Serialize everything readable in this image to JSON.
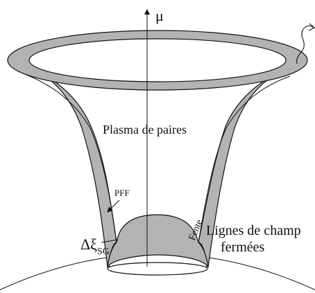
{
  "labels": {
    "axis": "μ",
    "pair_plasma": "Plasma de paires",
    "pff": "PFF",
    "gap_width_main": "Δξ",
    "gap_width_sub": "SG",
    "slit": "Fente",
    "closed_lines_1": "Lignes de champ",
    "closed_lines_2": "fermées"
  },
  "colors": {
    "gap_fill": "#b3b3b3",
    "stroke": "#111111",
    "background": "#ffffff"
  }
}
